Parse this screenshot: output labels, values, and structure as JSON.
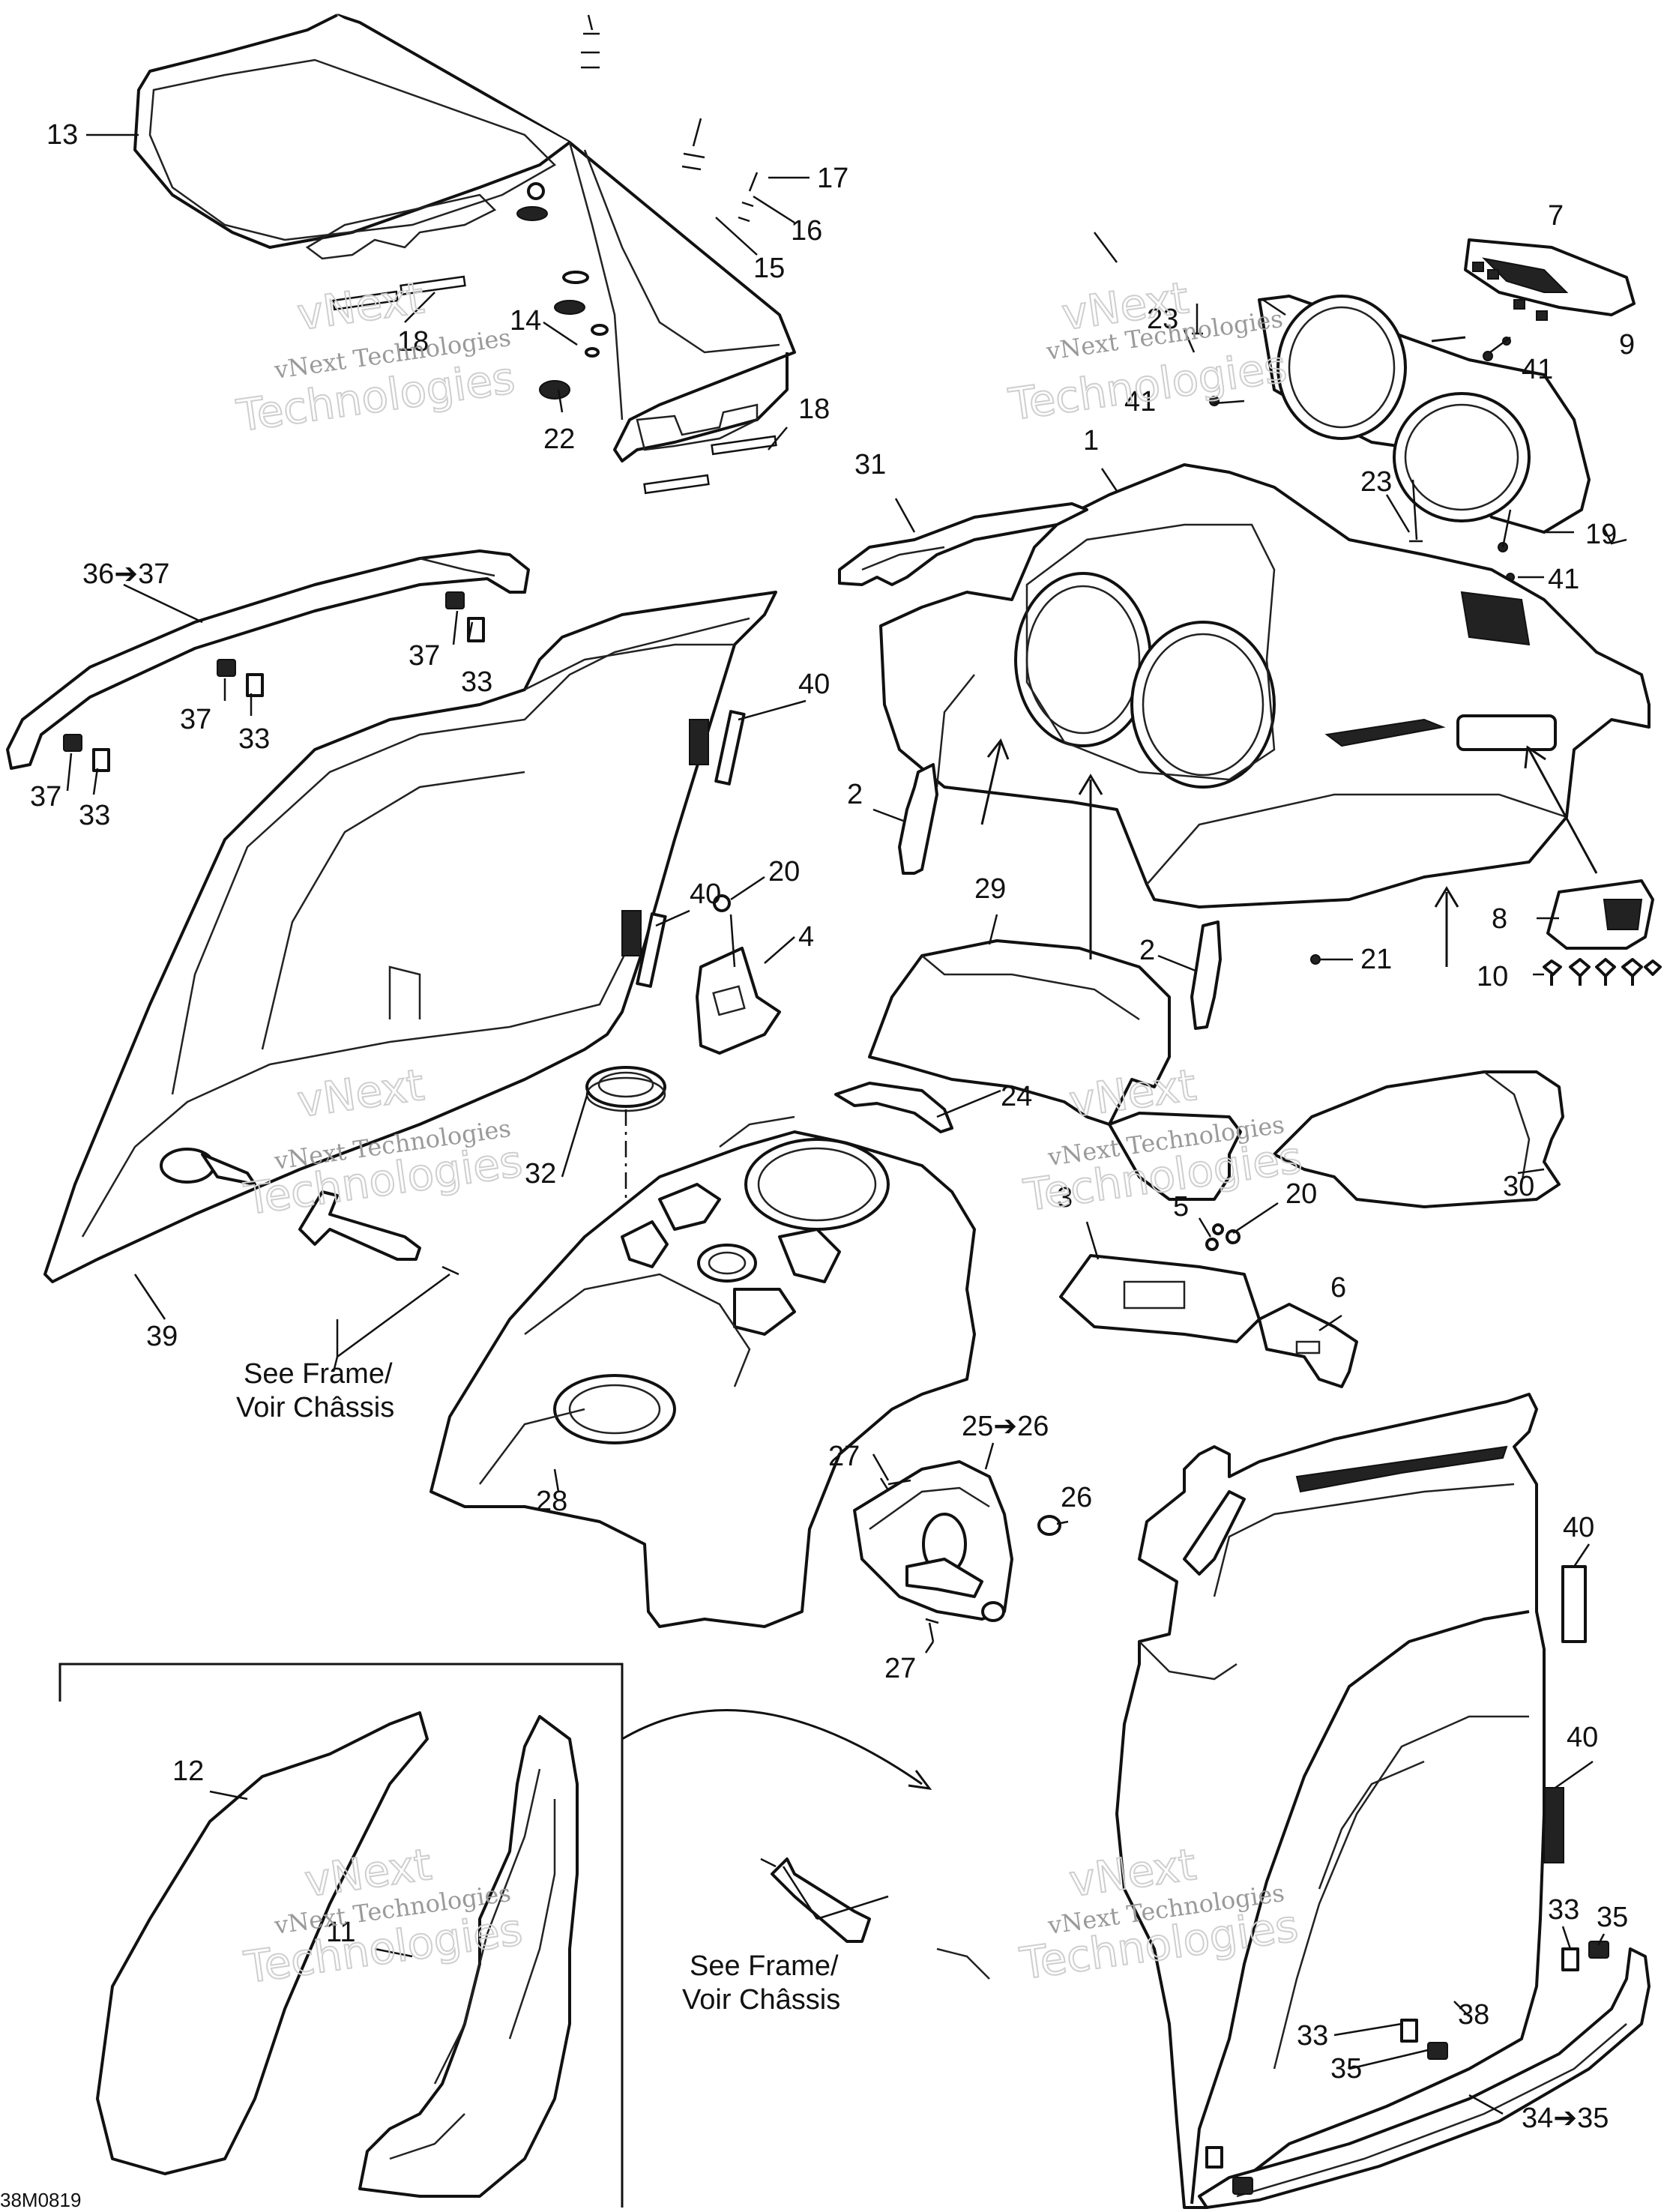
{
  "callouts": [
    {
      "label": "13"
    },
    {
      "label": "17"
    },
    {
      "label": "16"
    },
    {
      "label": "15"
    },
    {
      "label": "18"
    },
    {
      "label": "14"
    },
    {
      "label": "22"
    },
    {
      "label": "18"
    },
    {
      "label": "7"
    },
    {
      "label": "23"
    },
    {
      "label": "9"
    },
    {
      "label": "41"
    },
    {
      "label": "41"
    },
    {
      "label": "31"
    },
    {
      "label": "1"
    },
    {
      "label": "23"
    },
    {
      "label": "19"
    },
    {
      "label": "41"
    },
    {
      "label": "36➔37"
    },
    {
      "label": "37"
    },
    {
      "label": "33"
    },
    {
      "label": "37"
    },
    {
      "label": "33"
    },
    {
      "label": "37"
    },
    {
      "label": "33"
    },
    {
      "label": "40"
    },
    {
      "label": "2"
    },
    {
      "label": "40"
    },
    {
      "label": "20"
    },
    {
      "label": "4"
    },
    {
      "label": "29"
    },
    {
      "label": "2"
    },
    {
      "label": "8"
    },
    {
      "label": "21"
    },
    {
      "label": "10"
    },
    {
      "label": "32"
    },
    {
      "label": "24"
    },
    {
      "label": "30"
    },
    {
      "label": "3"
    },
    {
      "label": "5"
    },
    {
      "label": "20"
    },
    {
      "label": "6"
    },
    {
      "label": "39"
    },
    {
      "label": "25➔26"
    },
    {
      "label": "27"
    },
    {
      "label": "26"
    },
    {
      "label": "28"
    },
    {
      "label": "27"
    },
    {
      "label": "40"
    },
    {
      "label": "40"
    },
    {
      "label": "12"
    },
    {
      "label": "11"
    },
    {
      "label": "33"
    },
    {
      "label": "35"
    },
    {
      "label": "38"
    },
    {
      "label": "33"
    },
    {
      "label": "35"
    },
    {
      "label": "34➔35"
    }
  ],
  "notes": {
    "see_frame_1": {
      "line1": "See Frame/",
      "line2": "Voir Châssis"
    },
    "see_frame_2": {
      "line1": "See Frame/",
      "line2": "Voir Châssis"
    }
  },
  "watermark": {
    "brand": "vNext Technologies",
    "outline_top": "vNext",
    "outline_bottom": "Technologies"
  },
  "drawing_code": "38M0819"
}
